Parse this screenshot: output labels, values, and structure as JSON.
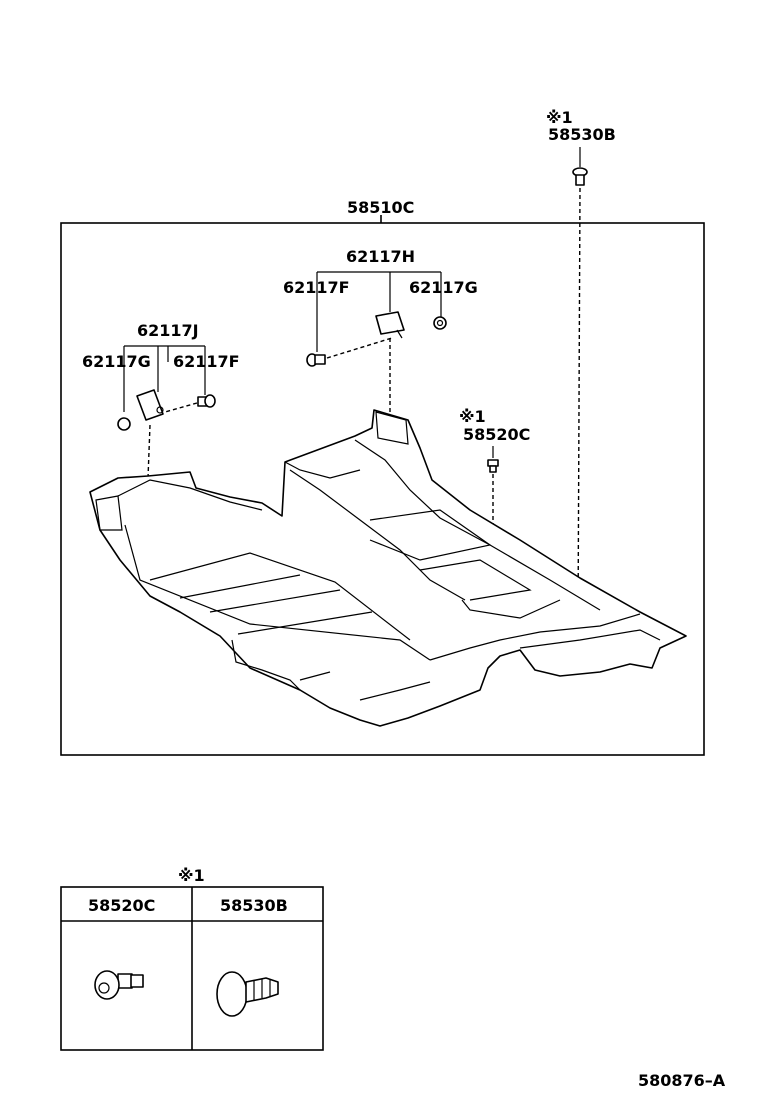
{
  "labels": {
    "main_part": "58510C",
    "clip_top_star": "※1",
    "clip_top_part": "58530B",
    "mid_bracket_group": "62117H",
    "mid_bracket_left": "62117F",
    "mid_bracket_right": "62117G",
    "left_bracket_group": "62117J",
    "left_bracket_left": "62117G",
    "left_bracket_right": "62117F",
    "clip_mid_star": "※1",
    "clip_mid_part": "58520C"
  },
  "legend_table": {
    "note_mark": "※1",
    "columns": [
      "58520C",
      "58530B"
    ]
  },
  "figure_code": "580876–A"
}
